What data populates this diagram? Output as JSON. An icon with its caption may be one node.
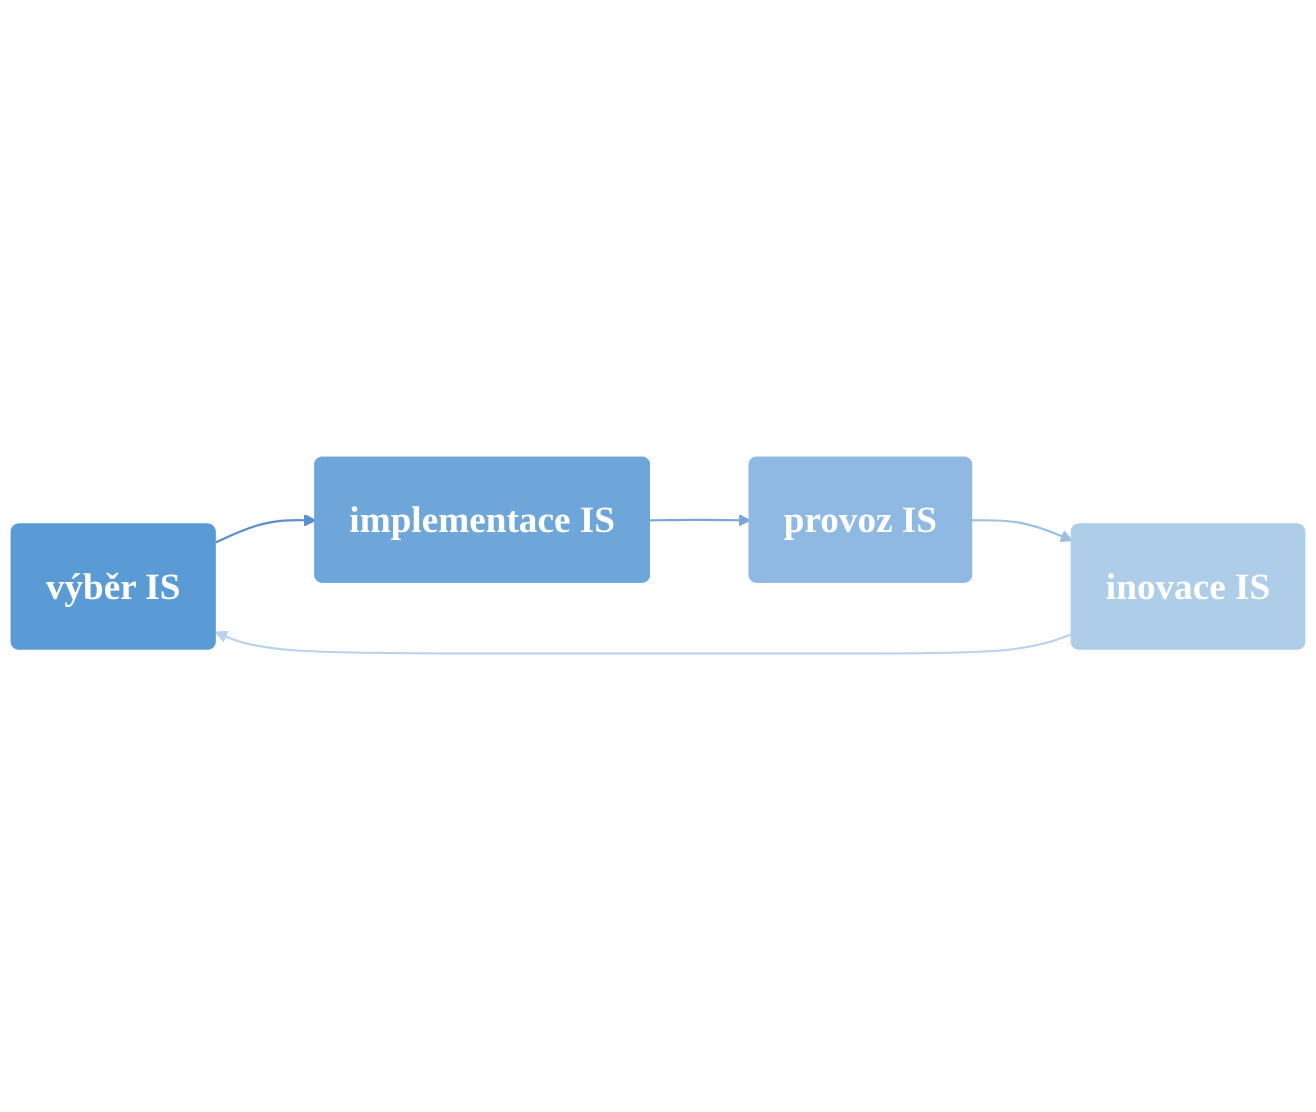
{
  "diagram": {
    "nodes": [
      {
        "text": [
          "výběr IS"
        ]
      },
      {
        "text": [
          "implementace IS"
        ]
      },
      {
        "text": [
          "provoz IS"
        ]
      },
      {
        "text": [
          "inovace IS"
        ]
      }
    ],
    "edges": [
      {
        "from": 0,
        "to": 1,
        "arrow": "to",
        "color": "#5b8fcf"
      },
      {
        "from": 1,
        "to": 2,
        "arrow": "to",
        "color": "#7aa5d6"
      },
      {
        "from": 2,
        "to": 3,
        "arrow": "to",
        "color": "#9dbfe2"
      },
      {
        "from": 3,
        "to": 0,
        "arrow": "to",
        "color": "#b9d3ee"
      }
    ]
  }
}
